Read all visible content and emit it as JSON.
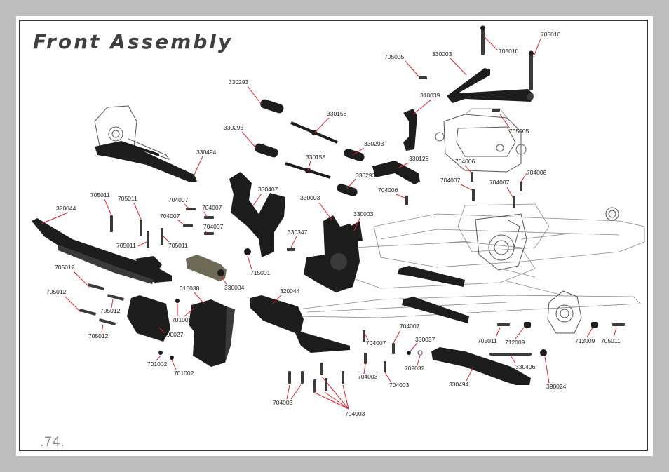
{
  "title": "Front Assembly",
  "page_number": ".74.",
  "callouts": [
    {
      "id": "c1",
      "label": "705010"
    },
    {
      "id": "c2",
      "label": "705010"
    },
    {
      "id": "c3",
      "label": "705005"
    },
    {
      "id": "c4",
      "label": "330003"
    },
    {
      "id": "c5",
      "label": "310039"
    },
    {
      "id": "c6",
      "label": "705005"
    },
    {
      "id": "c7",
      "label": "330293"
    },
    {
      "id": "c8",
      "label": "330158"
    },
    {
      "id": "c9",
      "label": "330293"
    },
    {
      "id": "c10",
      "label": "330293"
    },
    {
      "id": "c11",
      "label": "330158"
    },
    {
      "id": "c12",
      "label": "330293"
    },
    {
      "id": "c13",
      "label": "330126"
    },
    {
      "id": "c14",
      "label": "704006"
    },
    {
      "id": "c15",
      "label": "704006"
    },
    {
      "id": "c16",
      "label": "704006"
    },
    {
      "id": "c17",
      "label": "704007"
    },
    {
      "id": "c18",
      "label": "704007"
    },
    {
      "id": "c19",
      "label": "330494"
    },
    {
      "id": "c20",
      "label": "330407"
    },
    {
      "id": "c21",
      "label": "330003"
    },
    {
      "id": "c22",
      "label": "330003"
    },
    {
      "id": "c23",
      "label": "705011"
    },
    {
      "id": "c24",
      "label": "705011"
    },
    {
      "id": "c25",
      "label": "704007"
    },
    {
      "id": "c26",
      "label": "704007"
    },
    {
      "id": "c27",
      "label": "704007"
    },
    {
      "id": "c28",
      "label": "704007"
    },
    {
      "id": "c29",
      "label": "320044"
    },
    {
      "id": "c30",
      "label": "705011"
    },
    {
      "id": "c31",
      "label": "705011"
    },
    {
      "id": "c32",
      "label": "330347"
    },
    {
      "id": "c33",
      "label": "715001"
    },
    {
      "id": "c34",
      "label": "705012"
    },
    {
      "id": "c35",
      "label": "705012"
    },
    {
      "id": "c36",
      "label": "705012"
    },
    {
      "id": "c37",
      "label": "705012"
    },
    {
      "id": "c38",
      "label": "310038"
    },
    {
      "id": "c39",
      "label": "330004"
    },
    {
      "id": "c40",
      "label": "320044"
    },
    {
      "id": "c41",
      "label": "701002"
    },
    {
      "id": "c42",
      "label": "390027"
    },
    {
      "id": "c43",
      "label": "701002"
    },
    {
      "id": "c44",
      "label": "701002"
    },
    {
      "id": "c45",
      "label": "704007"
    },
    {
      "id": "c46",
      "label": "704007"
    },
    {
      "id": "c47",
      "label": "330037"
    },
    {
      "id": "c48",
      "label": "709032"
    },
    {
      "id": "c49",
      "label": "704003"
    },
    {
      "id": "c50",
      "label": "704003"
    },
    {
      "id": "c51",
      "label": "704003"
    },
    {
      "id": "c52",
      "label": "704003"
    },
    {
      "id": "c53",
      "label": "705011"
    },
    {
      "id": "c54",
      "label": "712009"
    },
    {
      "id": "c55",
      "label": "712009"
    },
    {
      "id": "c56",
      "label": "705011"
    },
    {
      "id": "c57",
      "label": "330406"
    },
    {
      "id": "c58",
      "label": "330494"
    },
    {
      "id": "c59",
      "label": "390024"
    }
  ]
}
